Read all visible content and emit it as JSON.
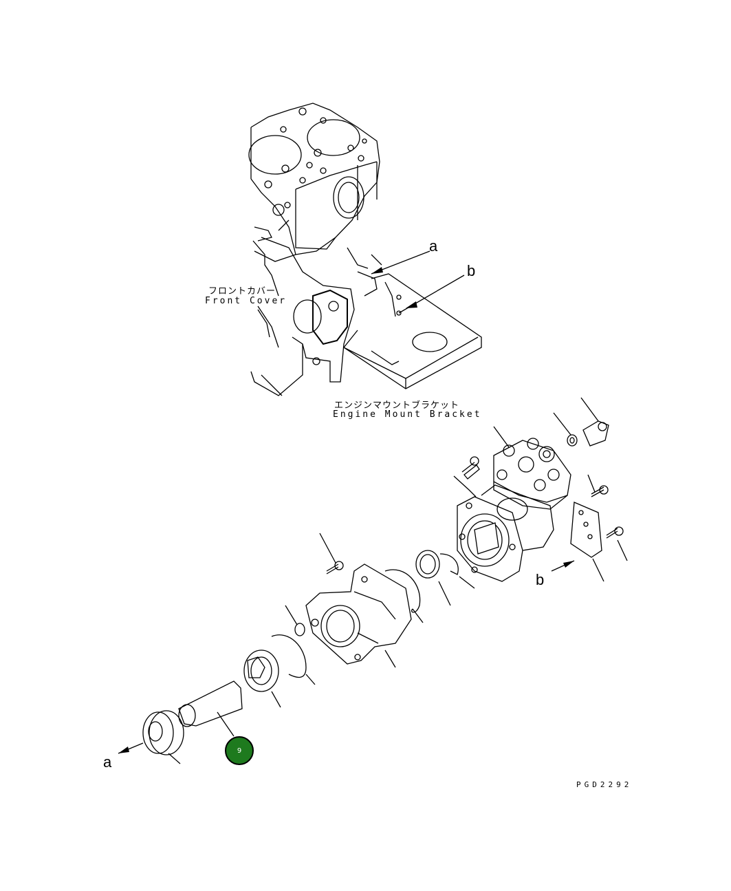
{
  "labels": {
    "front_cover_jp": "フロントカバー",
    "front_cover_en": "Front Cover",
    "engine_mount_jp": "エンジンマウントブラケット",
    "engine_mount_en": "Engine Mount Bracket",
    "ref_a": "a",
    "ref_b": "b",
    "drawing_code": "PGD2292"
  },
  "callout": {
    "number": "9",
    "color": "#1e7a1e"
  }
}
